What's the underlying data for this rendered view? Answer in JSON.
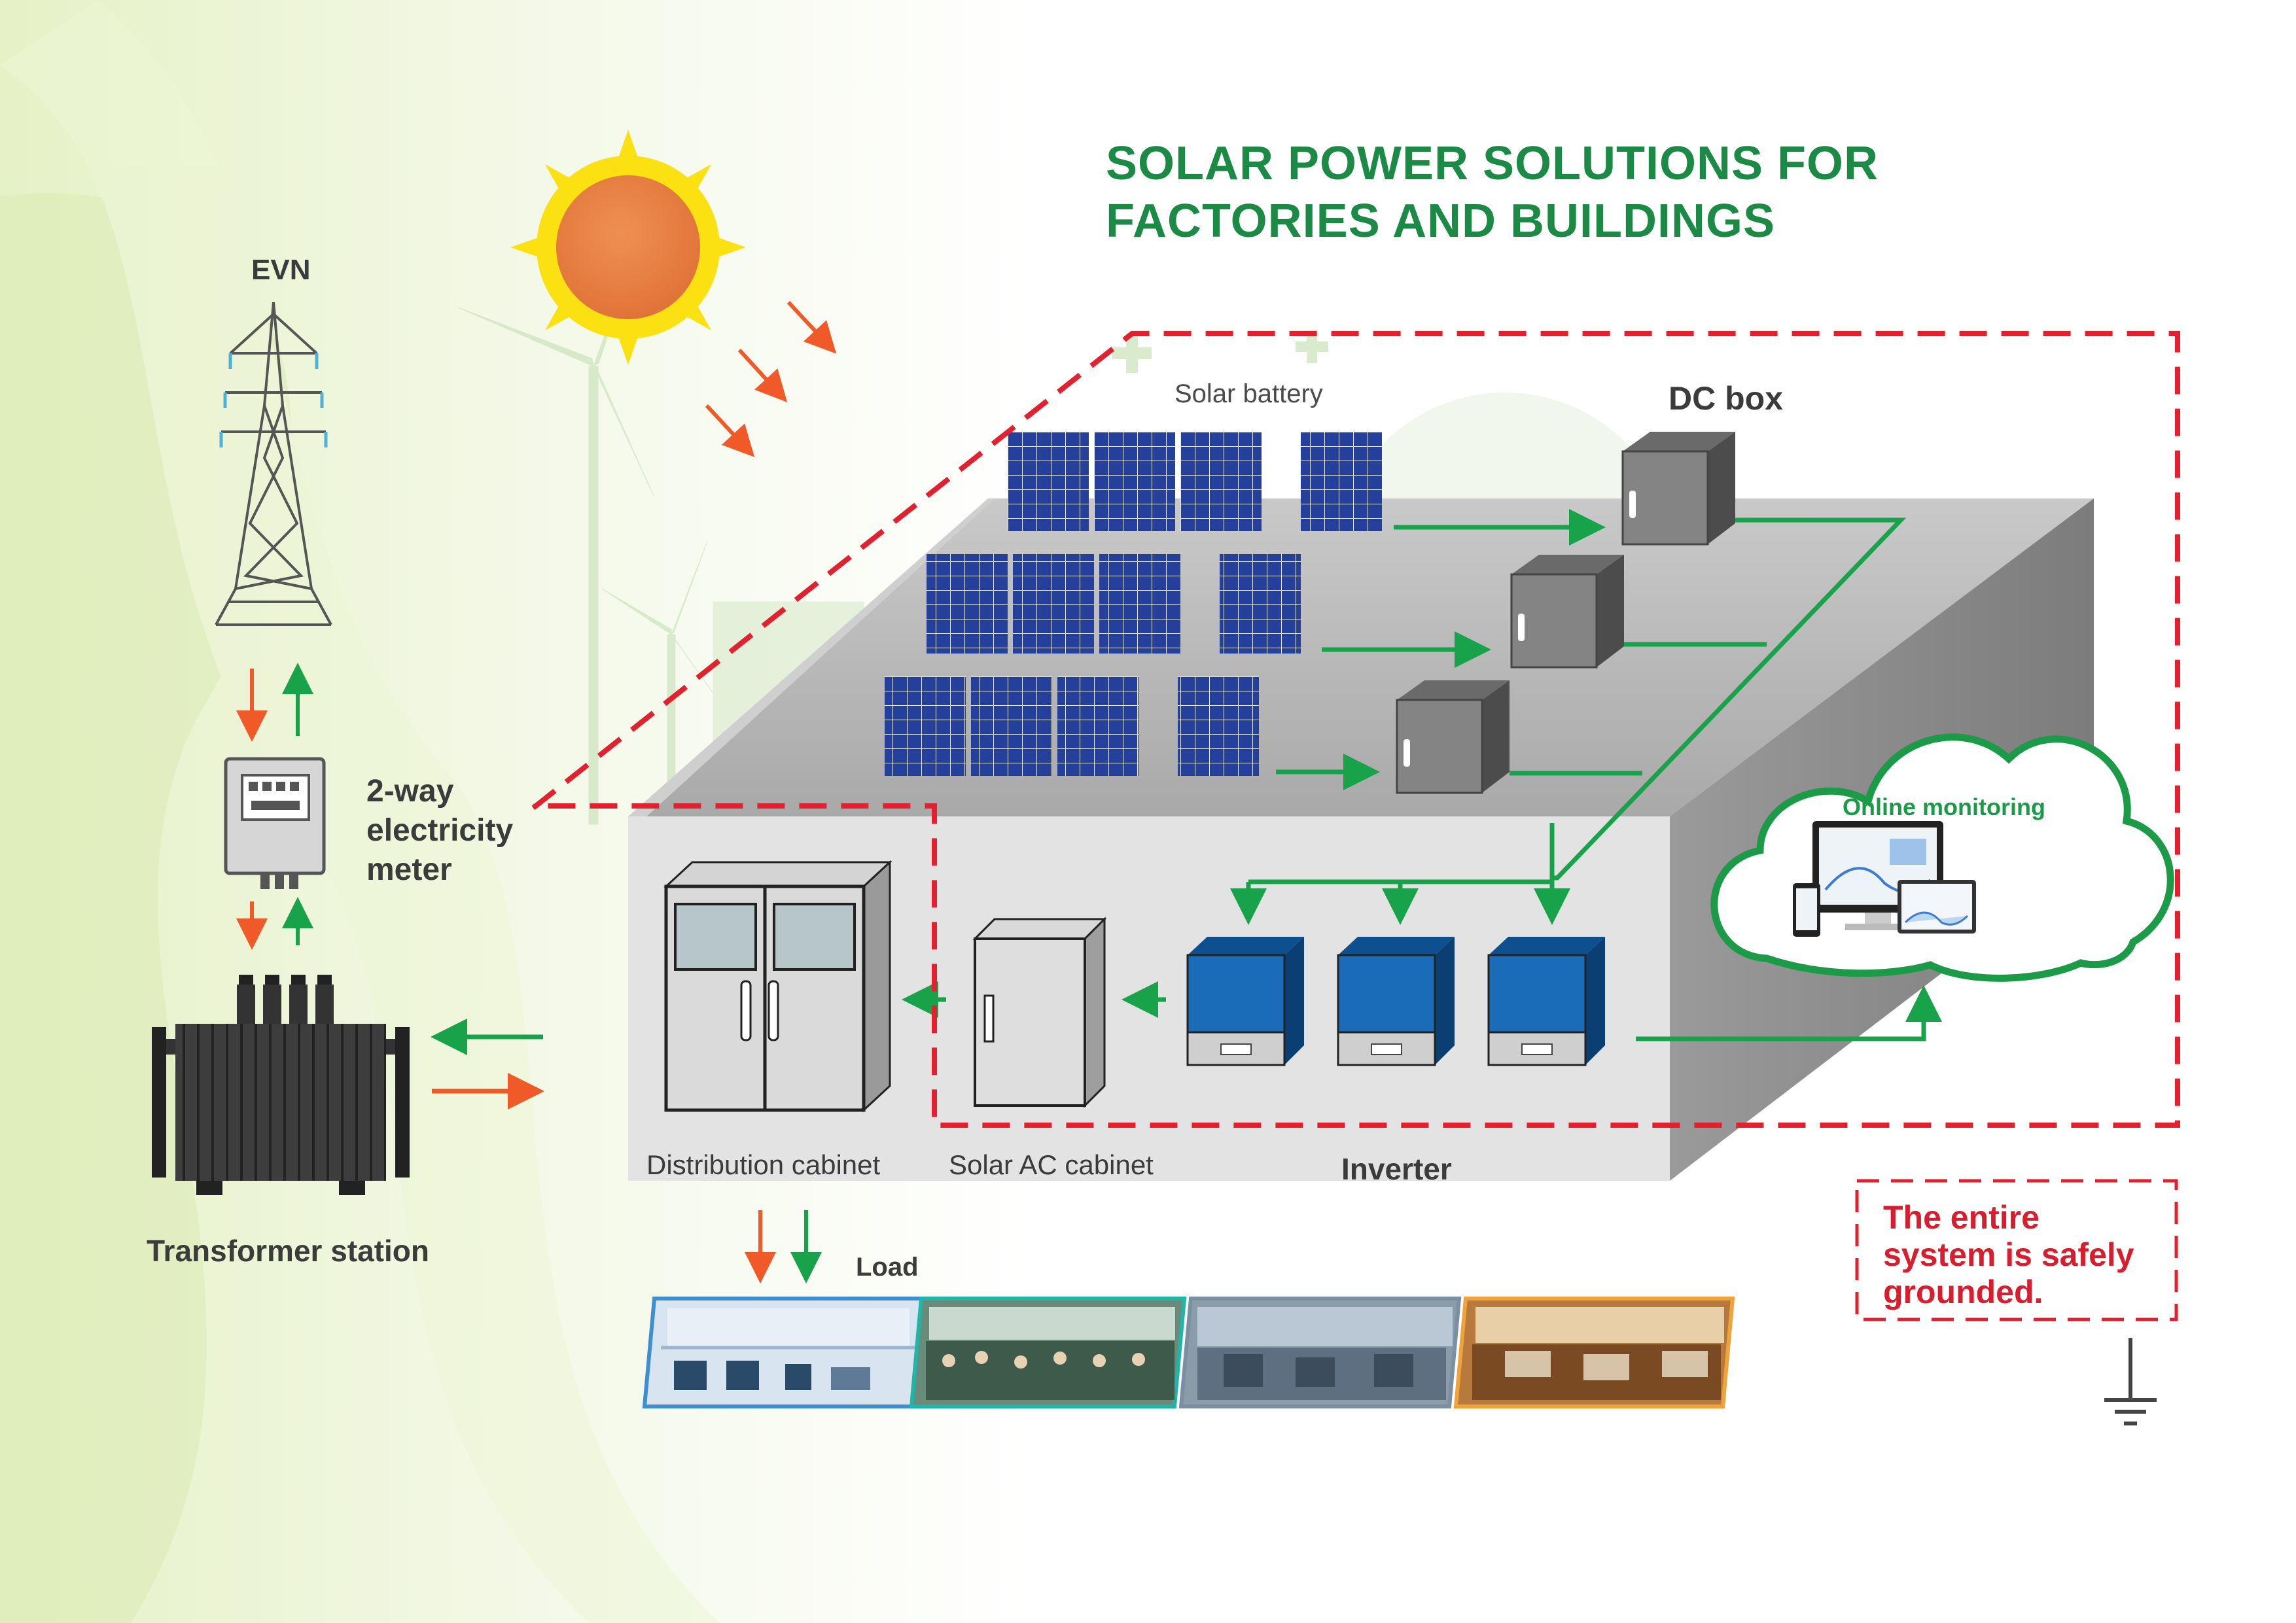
{
  "title": "SOLAR POWER SOLUTIONS FOR FACTORIES AND BUILDINGS",
  "labels": {
    "evn": "EVN",
    "meter": "2-way electricity meter",
    "transformer": "Transformer station",
    "solar_battery": "Solar battery",
    "dc_box": "DC box",
    "online_monitoring": "Online monitoring",
    "distribution_cabinet": "Distribution cabinet",
    "ac_cabinet": "Solar AC cabinet",
    "inverter": "Inverter",
    "load": "Load",
    "grounded": "The entire system is safely grounded."
  },
  "colors": {
    "title_green": "#1b8a44",
    "flow_green": "#18a24a",
    "flow_orange": "#f05a28",
    "boundary_red": "#e3202e",
    "panel_blue": "#1f3d99",
    "inverter_blue": "#1b6cb8",
    "building_grey": "#b9b9b9"
  },
  "icons": [
    "sun-icon",
    "transmission-tower-icon",
    "electricity-meter-icon",
    "transformer-icon",
    "solar-panel-icon",
    "dc-box-icon",
    "inverter-icon",
    "cabinet-icon",
    "cloud-icon",
    "monitor-icon",
    "ground-icon"
  ]
}
